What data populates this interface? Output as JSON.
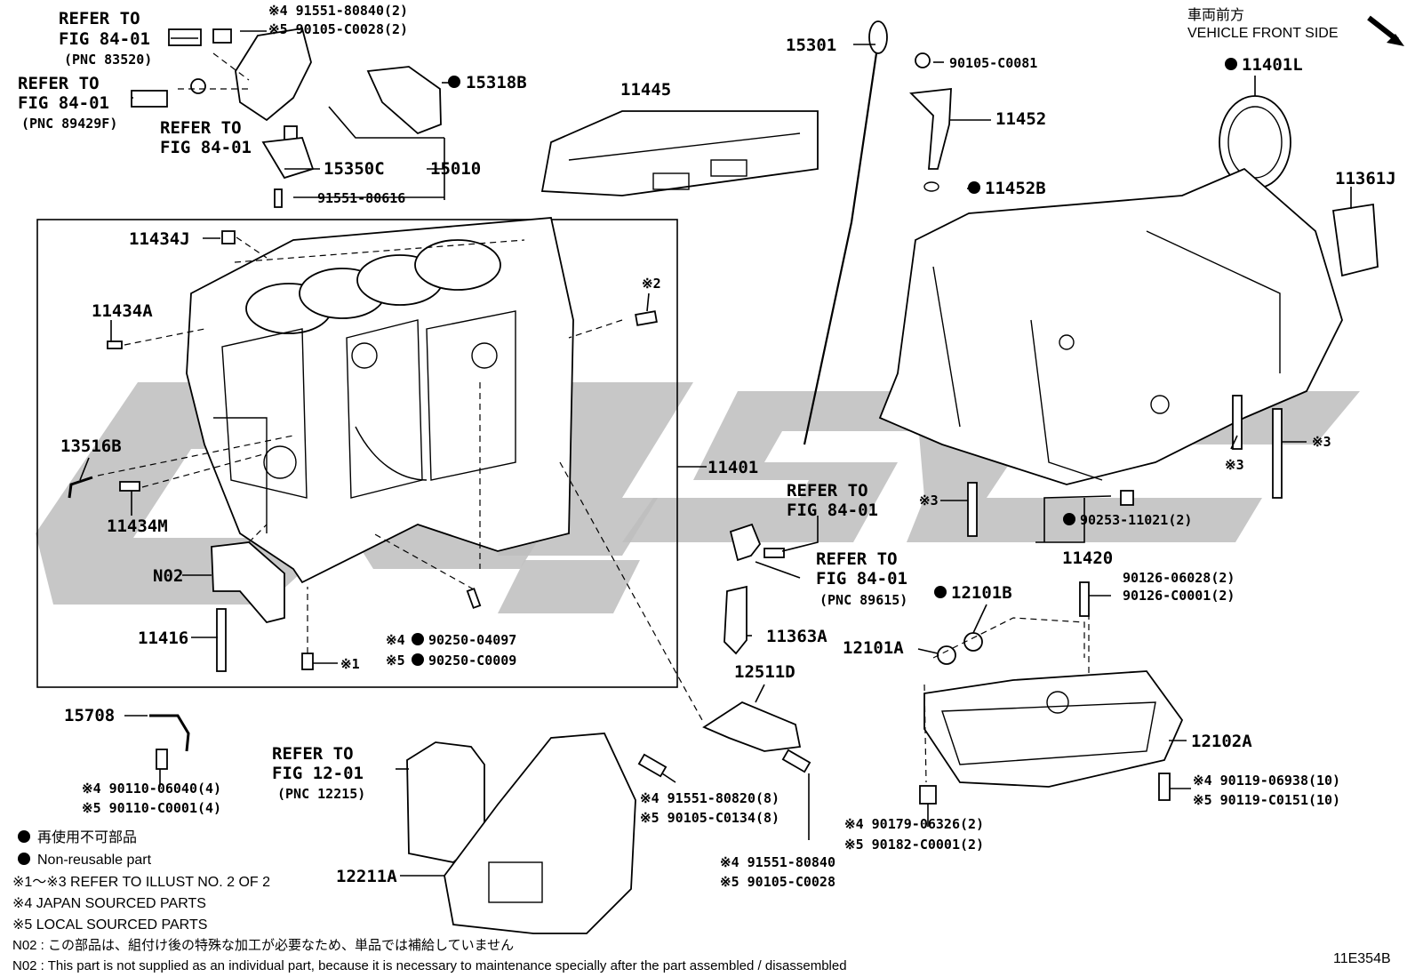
{
  "header": {
    "front_side_jp": "車両前方",
    "front_side_en": "VEHICLE FRONT SIDE"
  },
  "callouts": {
    "refer_84_01_a": "REFER TO",
    "refer_84_01_a2": "FIG 84-01",
    "refer_84_01_a3": "(PNC 83520)",
    "refer_84_01_b": "REFER TO",
    "refer_84_01_b2": "FIG 84-01",
    "refer_84_01_b3": "(PNC 89429F)",
    "refer_84_01_c": "REFER TO",
    "refer_84_01_c2": "FIG 84-01",
    "p_91551_80840_2": "※4 91551-80840(2)",
    "p_90105_c0028_2": "※5 90105-C0028(2)",
    "p_15318b": "15318B",
    "p_15350c": "15350C",
    "p_15010": "15010",
    "p_91551_80616": "91551-80616",
    "p_11445": "11445",
    "p_15301": "15301",
    "p_90105_c0081": "90105-C0081",
    "p_11452": "11452",
    "p_11452b": "11452B",
    "p_11401l": "11401L",
    "p_11361j": "11361J",
    "p_11434j": "11434J",
    "p_11434a": "11434A",
    "p_x2": "※2",
    "p_13516b": "13516B",
    "p_11434m": "11434M",
    "p_11401": "11401",
    "p_n02": "N02",
    "p_11416": "11416",
    "p_x1": "※1",
    "p_90250_04097": "※4",
    "p_90250_04097_n": "90250-04097",
    "p_90250_c0009": "※5",
    "p_90250_c0009_n": "90250-C0009",
    "refer_84_01_d": "REFER TO",
    "refer_84_01_d2": "FIG 84-01",
    "refer_84_01_e": "REFER TO",
    "refer_84_01_e2": "FIG 84-01",
    "refer_84_01_e3": "(PNC 89615)",
    "p_11363a": "11363A",
    "p_x3_a": "※3",
    "p_x3_b": "※3",
    "p_x3_c": "※3",
    "p_90253": "90253-11021(2)",
    "p_11420": "11420",
    "p_90126_06028": "90126-06028(2)",
    "p_90126_c0001": "90126-C0001(2)",
    "p_12101b": "12101B",
    "p_12101a": "12101A",
    "p_12511d": "12511D",
    "p_15708": "15708",
    "p_90110_06040": "※4 90110-06040(4)",
    "p_90110_c0001": "※5 90110-C0001(4)",
    "refer_12_01": "REFER TO",
    "refer_12_01_2": "FIG 12-01",
    "refer_12_01_3": "(PNC 12215)",
    "p_91551_80820": "※4 91551-80820(8)",
    "p_90105_c0134": "※5 90105-C0134(8)",
    "p_91551_80840": "※4 91551-80840",
    "p_90105_c0028": "※5 90105-C0028",
    "p_12211a": "12211A",
    "p_12102a": "12102A",
    "p_90119_06938": "※4 90119-06938(10)",
    "p_90119_c0151": "※5 90119-C0151(10)",
    "p_90179_06326": "※4 90179-06326(2)",
    "p_90182_c0001": "※5 90182-C0001(2)"
  },
  "legend": {
    "nonreusable_jp": "再使用不可部品",
    "nonreusable_en": "Non-reusable part",
    "note_1_3": "※1～※3 REFER TO ILLUST NO. 2 OF 2",
    "note_4": "※4 JAPAN SOURCED PARTS",
    "note_5": "※5 LOCAL SOURCED PARTS",
    "n02_jp": "N02 : この部品は、組付け後の特殊な加工が必要なため、単品では補給していません",
    "n02_en": "N02 : This part is not supplied as an individual part, because it is necessary to maintenance specially after the part assembled / disassembled"
  },
  "footer": {
    "illustration_id": "11E354B"
  }
}
